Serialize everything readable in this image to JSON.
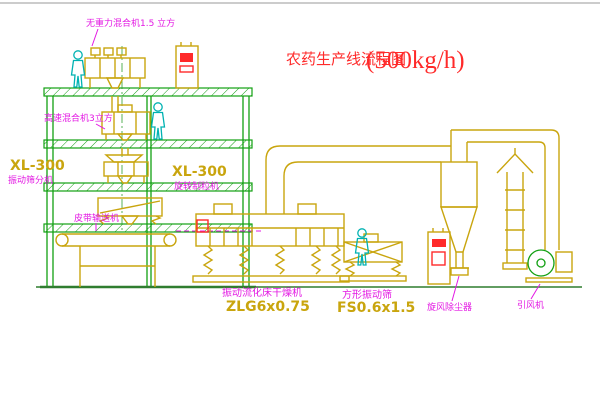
{
  "title": {
    "name": "农药生产线流程图",
    "capacity": "(500kg/h)"
  },
  "labels": {
    "gravity_mixer": "无重力混合机1.5 立方",
    "high_speed_mixer": "高速混合机3立方",
    "left_model": "XL-300",
    "left_machine": "振动筛分机",
    "right_model": "XL-300",
    "right_machine": "旋转制粒机",
    "belt_conveyor": "皮带输送机",
    "dryer": "振动流化床干燥机",
    "dryer_model": "ZLG6x0.75",
    "square_sieve": "方形振动筛",
    "sieve_model": "FS0.6x1.5",
    "cyclone": "旋风除尘器",
    "fan": "引风机"
  },
  "colors": {
    "title_red": "#ff2a2a",
    "equipment_yellow": "#c9a50e",
    "structure_green": "#12a012",
    "label_magenta": "#e318e3",
    "person_cyan": "#00b2b2"
  }
}
